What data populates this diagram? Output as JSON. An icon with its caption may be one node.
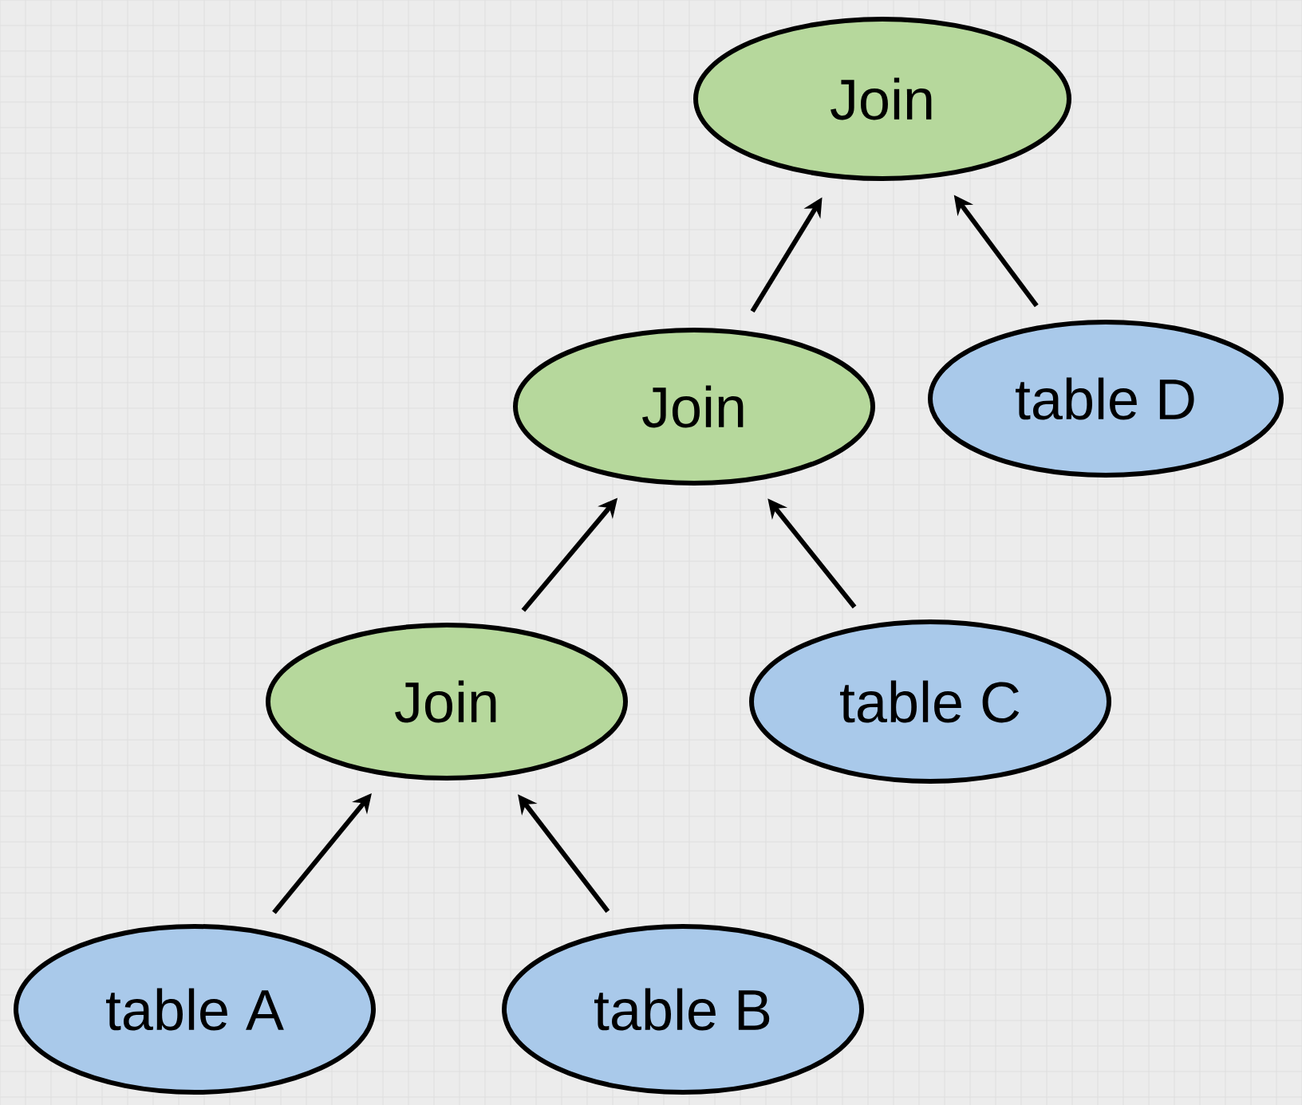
{
  "diagram": {
    "nodes": [
      {
        "text": [
          "Join"
        ]
      },
      {
        "text": [
          "Join"
        ]
      },
      {
        "text": [
          "table D"
        ]
      },
      {
        "text": [
          "Join"
        ]
      },
      {
        "text": [
          "table C"
        ]
      },
      {
        "text": [
          "table A"
        ]
      },
      {
        "text": [
          "table B"
        ]
      }
    ],
    "edges": [
      {
        "from": 1,
        "to": 0,
        "arrow": "to"
      },
      {
        "from": 2,
        "to": 0,
        "arrow": "to"
      },
      {
        "from": 3,
        "to": 1,
        "arrow": "to"
      },
      {
        "from": 4,
        "to": 1,
        "arrow": "to"
      },
      {
        "from": 5,
        "to": 3,
        "arrow": "to"
      },
      {
        "from": 6,
        "to": 3,
        "arrow": "to"
      }
    ]
  }
}
